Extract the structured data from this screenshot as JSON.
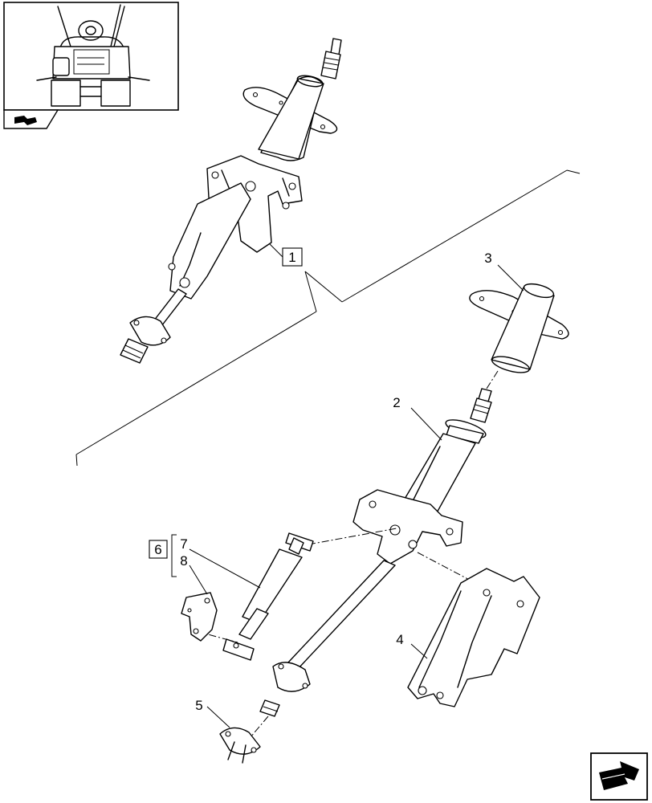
{
  "callouts": {
    "item1": "1",
    "item2": "2",
    "item3": "3",
    "item4": "4",
    "item5": "5",
    "item6": "6",
    "item7": "7",
    "item8": "8"
  },
  "icons": {
    "location_thumbnail": "tractor-cab-thumbnail",
    "thumbnail_badge": "arrow-badge-icon",
    "next_page": "next-page-arrow-icon"
  },
  "colors": {
    "line": "#000000",
    "background": "#ffffff"
  }
}
